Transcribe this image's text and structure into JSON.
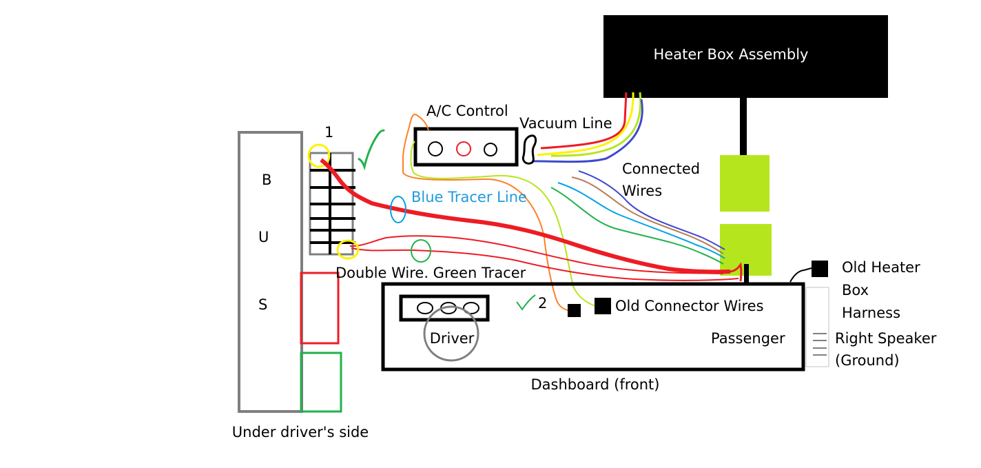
{
  "labels": {
    "heater_box": "Heater Box Assembly",
    "ac_control": "A/C Control",
    "vacuum_line": "Vacuum Line",
    "connected_wires_1": "Connected",
    "connected_wires_2": "Wires",
    "blue_tracer": "Blue Tracer Line",
    "double_wire": "Double Wire. Green Tracer",
    "old_connector": "Old Connector Wires",
    "old_heater_1": "Old Heater",
    "old_heater_2": "Box",
    "old_heater_3": "Harness",
    "right_speaker_1": "Right Speaker",
    "right_speaker_2": "(Ground)",
    "passenger": "Passenger",
    "driver": "Driver",
    "dashboard": "Dashboard (front)",
    "under_driver": "Under driver's side",
    "bus_b": "B",
    "bus_u": "U",
    "bus_s": "S",
    "step_1": "1",
    "step_2": "2"
  },
  "colors": {
    "red": "#ed1c24",
    "orange": "#ff7f27",
    "yellow": "#fff200",
    "lime": "#b5e61d",
    "green": "#22b14c",
    "blue": "#3f48cc",
    "light_blue": "#00a2e8",
    "brown": "#b97a57",
    "gray": "#7f7f7f",
    "blue_text": "#1f9bd9"
  }
}
